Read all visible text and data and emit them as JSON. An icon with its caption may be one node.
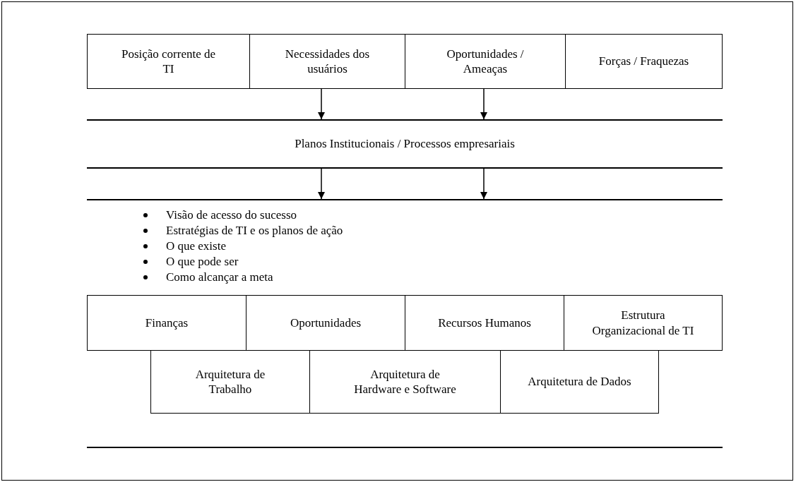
{
  "diagram": {
    "nodes": [
      {
        "text": [
          "Posição corrente de TI"
        ]
      },
      {
        "text": [
          "Necessidades dos usuários"
        ]
      },
      {
        "text": [
          "Oportunidades / Ameaças"
        ]
      },
      {
        "text": [
          "Forças / Fraquezas"
        ]
      },
      {
        "text": [
          "Planos Institucionais / Processos empresariais"
        ]
      },
      {
        "text": [
          "Visão de acesso do sucesso",
          "Estratégias de TI e os planos de ação",
          "O que existe",
          "O que pode ser",
          "Como alcançar a meta"
        ]
      },
      {
        "text": [
          "Finanças"
        ]
      },
      {
        "text": [
          "Oportunidades"
        ]
      },
      {
        "text": [
          "Recursos Humanos"
        ]
      },
      {
        "text": [
          "Estrutura Organizacional de TI"
        ]
      },
      {
        "text": [
          "Arquitetura de Trabalho"
        ]
      },
      {
        "text": [
          "Arquitetura de Hardware e Software"
        ]
      },
      {
        "text": [
          "Arquitetura de Dados"
        ]
      }
    ],
    "edges": [
      {
        "from": 1,
        "to": 4,
        "arrow": "to"
      },
      {
        "from": 2,
        "to": 4,
        "arrow": "to"
      },
      {
        "from": 4,
        "to": 5,
        "arrow": "to"
      },
      {
        "from": 4,
        "to": 5,
        "arrow": "to"
      }
    ]
  }
}
